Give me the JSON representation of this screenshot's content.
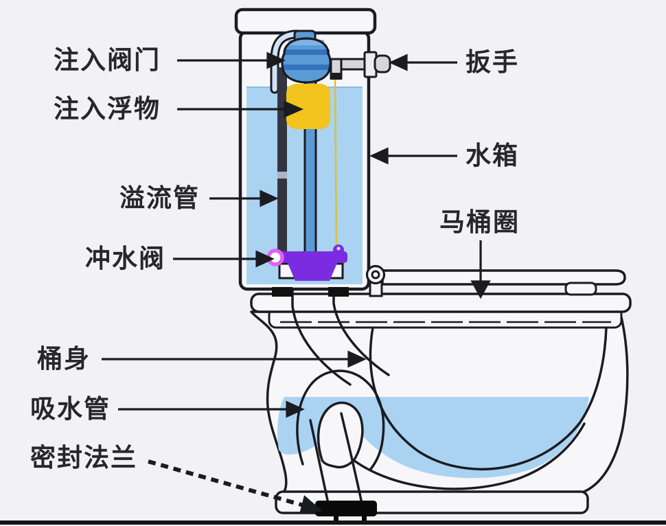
{
  "diagram": {
    "subject": "toilet-cross-section",
    "labels": {
      "fill_valve": "注入阀门",
      "fill_float": "注入浮物",
      "overflow_pipe": "溢流管",
      "flush_valve": "冲水阀",
      "bowl_body": "桶身",
      "siphon_pipe": "吸水管",
      "seal_flange": "密封法兰",
      "handle": "扳手",
      "water_tank": "水箱",
      "toilet_seat": "马桶圈"
    },
    "colors": {
      "background": "#f2f2f4",
      "outline": "#1b1b22",
      "porcelain": "#f7f7f9",
      "water": "#aad3f1",
      "fill_valve_blue": "#5b9bd5",
      "fill_valve_band": "#3572bd",
      "float_yellow": "#f2c41d",
      "flush_valve_purple": "#7c2ce0",
      "ring_pink": "#e061f5",
      "chain_yellow": "#d8c23c",
      "handle_grey": "#d6d6dc",
      "overflow_dark": "#34343f"
    }
  }
}
